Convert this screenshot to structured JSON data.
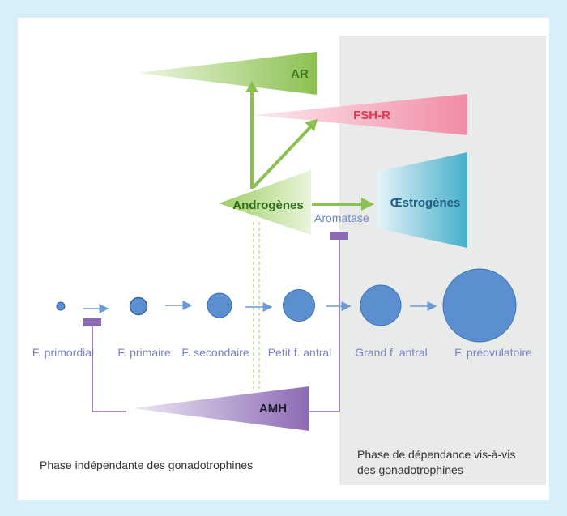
{
  "hormones": {
    "ar": "AR",
    "fsh_r": "FSH-R",
    "androgenes": "Androgènes",
    "oestrogenes": "Œstrogènes",
    "aromatase": "Aromatase",
    "amh": "AMH"
  },
  "follicles": [
    {
      "label": "F. primordial"
    },
    {
      "label": "F. primaire"
    },
    {
      "label": "F. secondaire"
    },
    {
      "label": "Petit f. antral"
    },
    {
      "label": "Grand f. antral"
    },
    {
      "label": "F. préovulatoire"
    }
  ],
  "phases": {
    "independent": "Phase indépendante des gonadotrophines",
    "dependent_line1": "Phase de dépendance vis-à-vis",
    "dependent_line2": "des gonadotrophines"
  },
  "colors": {
    "background": "#d8eef9",
    "shade": "#e8ebe9",
    "follicle": "#5b8fd0",
    "green": "#8cc152",
    "pink": "#f4a3b6",
    "cyan": "#57b7d0",
    "purple": "#8b6ab3",
    "arrow": "#6d9ad8"
  }
}
